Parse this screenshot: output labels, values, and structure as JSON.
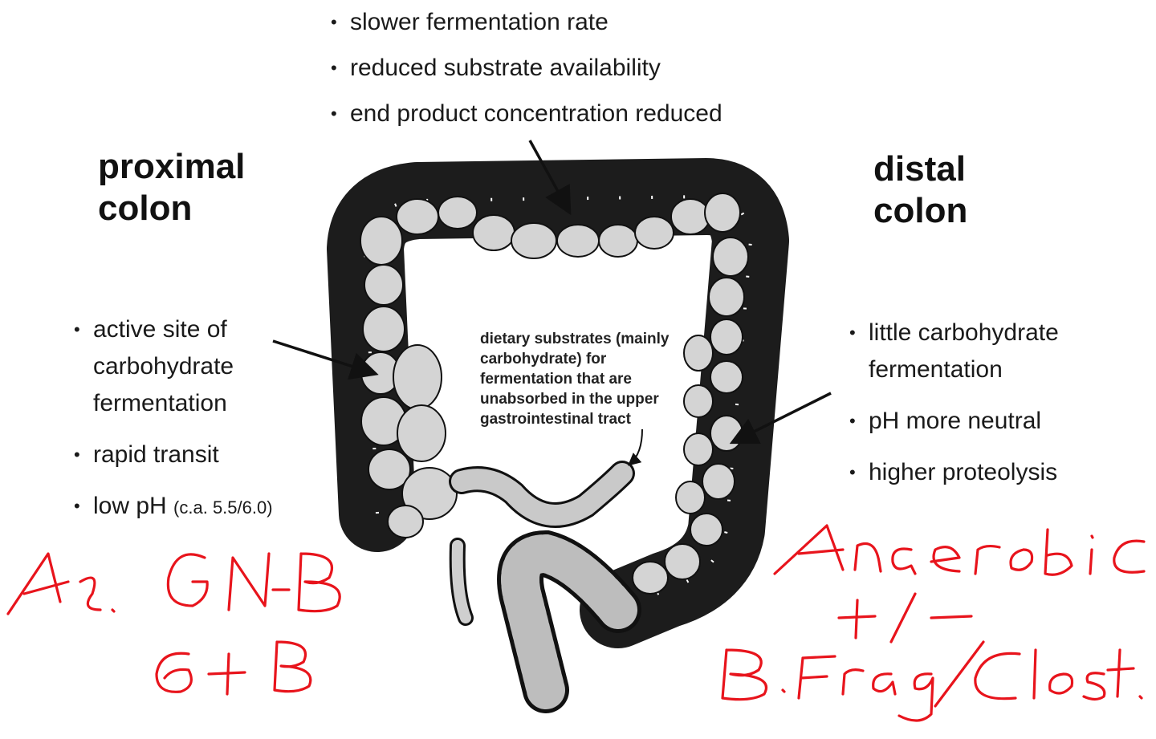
{
  "top_bullets": [
    "slower fermentation rate",
    "reduced substrate availability",
    "end product concentration reduced"
  ],
  "proximal": {
    "heading_line1": "proximal",
    "heading_line2": "colon",
    "bullets": [
      "active site of carbohydrate fermentation",
      "rapid transit",
      "low pH"
    ],
    "ph_note": "(c.a. 5.5/6.0)"
  },
  "distal": {
    "heading_line1": "distal",
    "heading_line2": "colon",
    "bullets": [
      "little carbohydrate fermentation",
      "pH more neutral",
      "higher proteolysis"
    ]
  },
  "center_note": "dietary substrates (mainly carbohydrate) for fermentation that are unabsorbed in the upper gastrointestinal tract",
  "handwritten": {
    "left_line1": "Ae. GNB",
    "left_line2": "G+B",
    "right_line1": "Anaerobic",
    "right_line2": "+/-",
    "right_line3": "B.Frag/Clost."
  },
  "colors": {
    "ink": "#1a1a1a",
    "annotation_red": "#e8141c",
    "colon_fill": "#d9d9d9",
    "colon_dark": "#1c1c1c"
  }
}
